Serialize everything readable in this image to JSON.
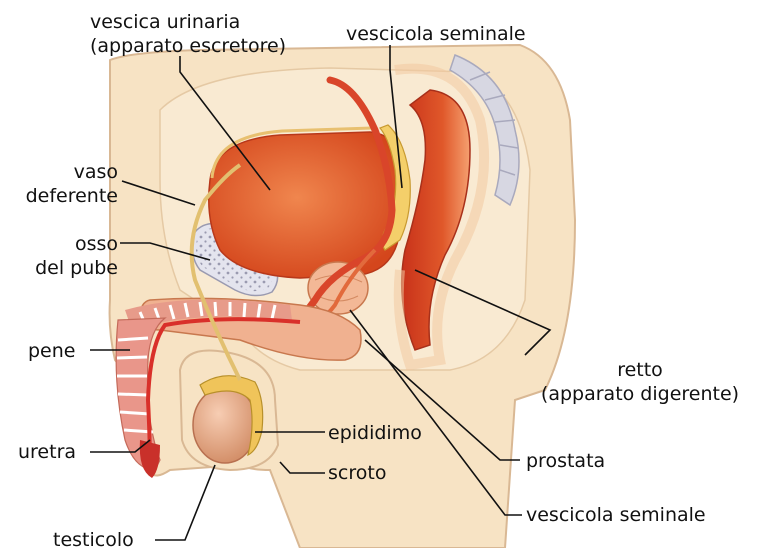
{
  "labels": {
    "vescica": [
      "vescica urinaria",
      "(apparato escretore)"
    ],
    "vescicola_top": [
      "vescicola seminale"
    ],
    "vaso": [
      "vaso",
      "deferente"
    ],
    "osso": [
      "osso",
      "del pube"
    ],
    "pene": [
      "pene"
    ],
    "uretra": [
      "uretra"
    ],
    "testicolo": [
      "testicolo"
    ],
    "epididimo": [
      "epididimo"
    ],
    "scroto": [
      "scroto"
    ],
    "retto": [
      "retto",
      "(apparato digerente)"
    ],
    "prostata": [
      "prostata"
    ],
    "vescicola_bottom": [
      "vescicola seminale"
    ]
  },
  "colors": {
    "skin": "#f7e3c4",
    "skin_edge": "#d9b894",
    "organ": "#e0582a",
    "organ_light": "#f08a5a",
    "duct": "#f4d58a",
    "bone": "#dcdce8",
    "leader": "#111111"
  }
}
